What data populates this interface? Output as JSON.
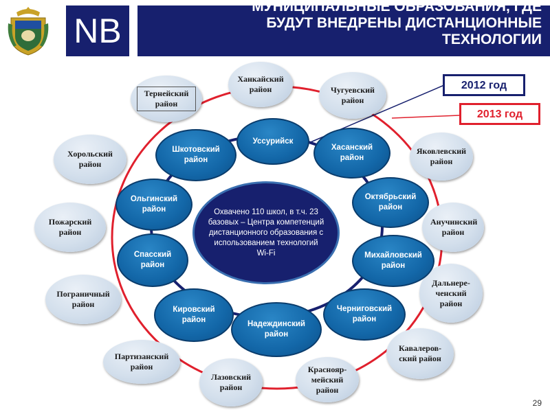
{
  "header": {
    "logo_text": "NB",
    "title_lines": [
      "МУНИЦИПАЛЬНЫЕ ОБРАЗОВАНИЯ, ГДЕ",
      "БУДУТ ВНЕДРЕНЫ ДИСТАНЦИОННЫЕ",
      "ТЕХНОЛОГИИ"
    ]
  },
  "legend": {
    "year_2012": "2012 год",
    "year_2013": "2013 год"
  },
  "center_text": "Охвачено 110 школ, в т.ч. 23 базовых – Центра компетенций дистанционного образования с использованием технологий Wi-Fi",
  "inner_ring": [
    "Уссурийск",
    "Хасанский район",
    "Октябрьский район",
    "Михайловский район",
    "Черниговский район",
    "Надеждинский район",
    "Кировский район",
    "Спасский район",
    "Ольгинский район",
    "Шкотовский район"
  ],
  "outer_ring": [
    "Ханкайский район",
    "Чугуевский район",
    "Яковлевский район",
    "Анучинский район",
    "Дальнере-ченский район",
    "Кавалеров-ский район",
    "Краснояр-мейский район",
    "Лазовский район",
    "Партизанский район",
    "Пограничный район",
    "Пожарский район",
    "Хорольский район",
    "Тернейский район"
  ],
  "page_number": "29",
  "colors": {
    "navy": "#17206e",
    "inner_blue": "#1367a8",
    "outer_fill": "#d3dfec",
    "red_ring": "#e0202d"
  }
}
